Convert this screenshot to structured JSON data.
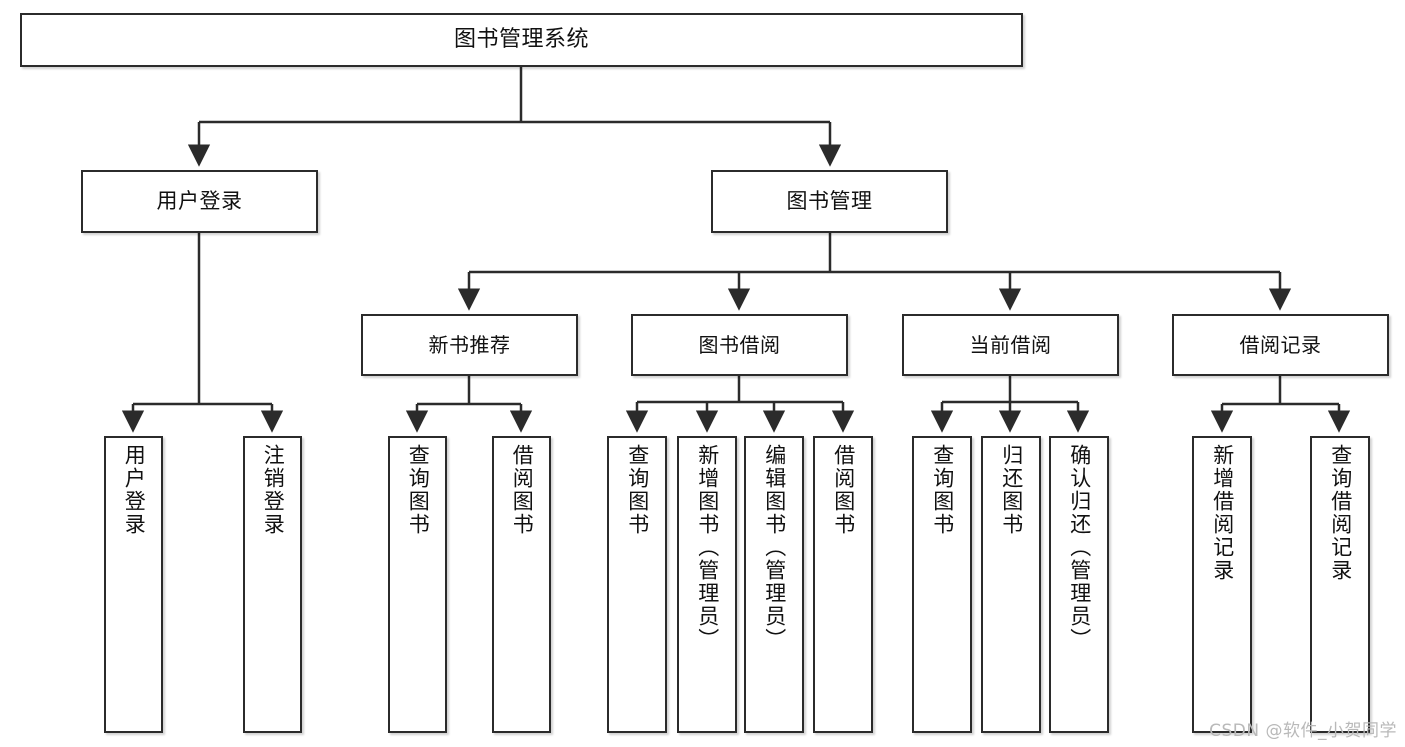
{
  "diagram": {
    "title": "图书管理系统",
    "type": "tree-hierarchy-chart",
    "watermark": "CSDN @软件_小贺同学",
    "colors": {
      "stroke": "#2b2b2b",
      "fill": "#ffffff",
      "text": "#111111",
      "watermark": "#b9b9b9"
    },
    "root": {
      "label": "图书管理系统"
    },
    "level2": [
      {
        "label": "用户登录"
      },
      {
        "label": "图书管理"
      }
    ],
    "level3": [
      {
        "label": "新书推荐"
      },
      {
        "label": "图书借阅"
      },
      {
        "label": "当前借阅"
      },
      {
        "label": "借阅记录"
      }
    ],
    "leaves": {
      "user_login": [
        {
          "label": "用户登录"
        },
        {
          "label": "注销登录"
        }
      ],
      "new_book_recommend": [
        {
          "label": "查询图书"
        },
        {
          "label": "借阅图书"
        }
      ],
      "book_borrow": [
        {
          "label": "查询图书"
        },
        {
          "label": "新增图书（管理员）"
        },
        {
          "label": "编辑图书（管理员）"
        },
        {
          "label": "借阅图书"
        }
      ],
      "current_borrow": [
        {
          "label": "查询图书"
        },
        {
          "label": "归还图书"
        },
        {
          "label": "确认归还（管理员）"
        }
      ],
      "borrow_record": [
        {
          "label": "新增借阅记录"
        },
        {
          "label": "查询借阅记录"
        }
      ]
    }
  }
}
